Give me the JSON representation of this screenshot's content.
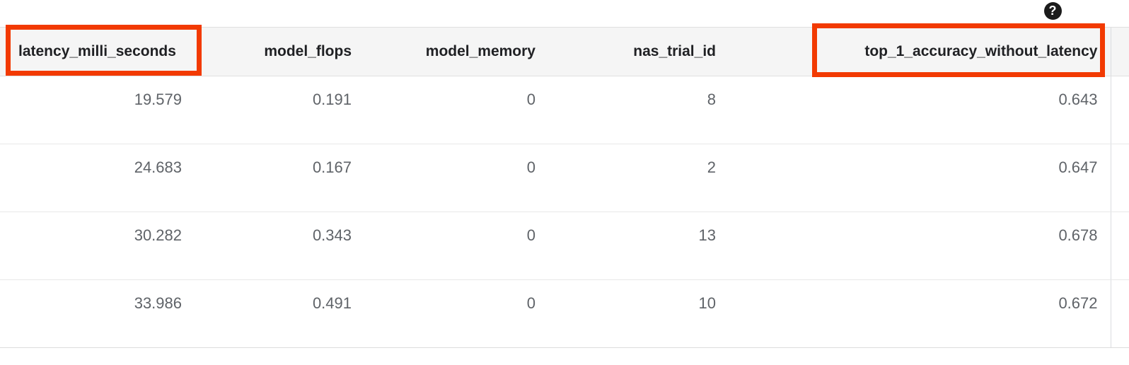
{
  "help": {
    "icon": "help-circle-icon",
    "glyph": "?"
  },
  "table": {
    "columns": [
      {
        "key": "latency_milli_seconds",
        "label": "latency_milli_seconds",
        "align": "left"
      },
      {
        "key": "model_flops",
        "label": "model_flops",
        "align": "right"
      },
      {
        "key": "model_memory",
        "label": "model_memory",
        "align": "right"
      },
      {
        "key": "nas_trial_id",
        "label": "nas_trial_id",
        "align": "right"
      },
      {
        "key": "top_1_accuracy_without_latency",
        "label": "top_1_accuracy_without_latency",
        "align": "right"
      },
      {
        "key": "next_column_partial",
        "label": "",
        "align": "right"
      }
    ],
    "rows": [
      {
        "latency_milli_seconds": "19.579",
        "model_flops": "0.191",
        "model_memory": "0",
        "nas_trial_id": "8",
        "top_1_accuracy_without_latency": "0.643",
        "next_column_partial": ""
      },
      {
        "latency_milli_seconds": "24.683",
        "model_flops": "0.167",
        "model_memory": "0",
        "nas_trial_id": "2",
        "top_1_accuracy_without_latency": "0.647",
        "next_column_partial": ""
      },
      {
        "latency_milli_seconds": "30.282",
        "model_flops": "0.343",
        "model_memory": "0",
        "nas_trial_id": "13",
        "top_1_accuracy_without_latency": "0.678",
        "next_column_partial": ""
      },
      {
        "latency_milli_seconds": "33.986",
        "model_flops": "0.491",
        "model_memory": "0",
        "nas_trial_id": "10",
        "top_1_accuracy_without_latency": "0.672",
        "next_column_partial": ""
      }
    ]
  },
  "annotations": {
    "color": "#f23a02",
    "boxes": [
      {
        "id": "annot-latency",
        "targets": "latency_milli_seconds"
      },
      {
        "id": "annot-top1",
        "targets": "top_1_accuracy_without_latency"
      }
    ]
  },
  "colors": {
    "header_bg": "#f5f5f5",
    "header_text": "#202124",
    "cell_text": "#5f6368",
    "row_divider": "#e8e8e8",
    "column_divider": "#dadce0",
    "annotation": "#f23a02",
    "help_icon_bg": "#1b1b1b"
  }
}
